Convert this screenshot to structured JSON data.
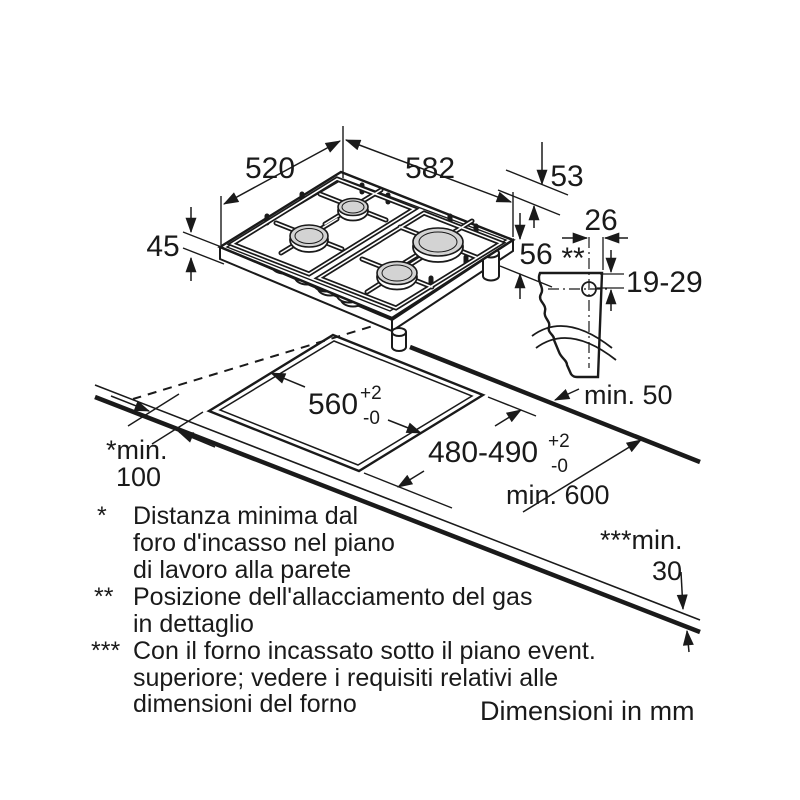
{
  "dims": {
    "width": "582",
    "depth": "520",
    "height_53": "53",
    "height_45": "45",
    "height_56": "56",
    "gas_offset": "26",
    "gas_note_marker": "**",
    "gas_range": "19-29",
    "cutout_width": "560",
    "cutout_width_tol_plus": "+2",
    "cutout_width_tol_minus": "-0",
    "cutout_depth": "480-490",
    "cutout_depth_tol_plus": "+2",
    "cutout_depth_tol_minus": "-0",
    "min_rear": "min. 50",
    "min_side_label": "*min.",
    "min_side_value": "100",
    "min_depth": "min. 600",
    "min_front_label": "***min.",
    "min_front_value": "30"
  },
  "footnotes": {
    "star1_marker": "*",
    "star1_line1": "Distanza minima dal",
    "star1_line2": "foro d'incasso nel piano",
    "star1_line3": "di lavoro alla parete",
    "star2_marker": "**",
    "star2_line1": "Posizione dell'allacciamento del gas",
    "star2_line2": "in dettaglio",
    "star3_marker": "***",
    "star3_line1": "Con il forno incassato sotto il piano event.",
    "star3_line2": "superiore; vedere i requisiti relativi alle",
    "star3_line3": "dimensioni del forno"
  },
  "caption": "Dimensioni in mm",
  "colors": {
    "line": "#1a1a1a",
    "burner_fill": "#d3d3d3",
    "background": "#ffffff"
  }
}
